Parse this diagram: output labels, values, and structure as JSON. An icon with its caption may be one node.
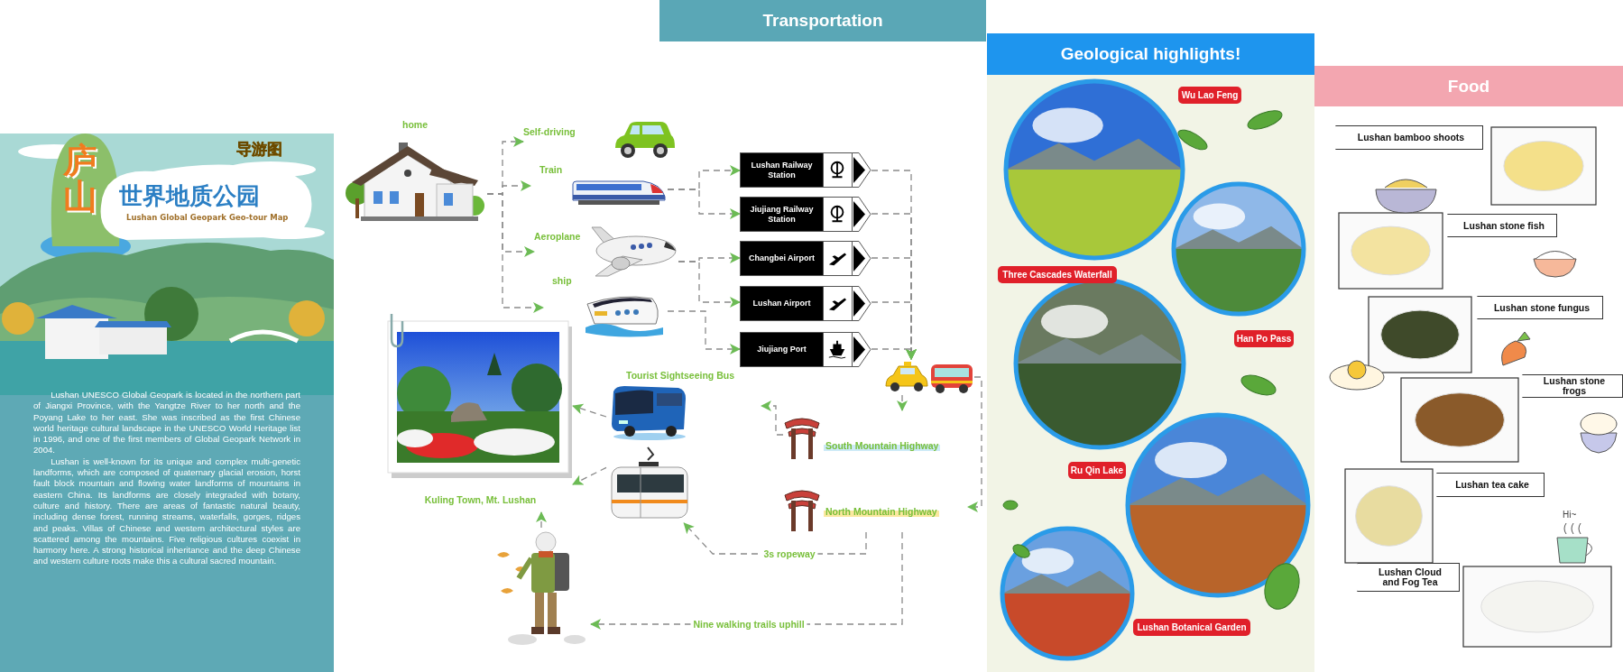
{
  "diagram": {
    "nodes": [
      {
        "text": [
          "庐山",
          "世界地质公园",
          "导游图",
          "Lushan Global Geopark Geo-tour Map",
          "Lushan UNESCO Global Geopark is located in the northern part of Jiangxi Province, with the Yangtze River to her north and the Poyang Lake to her east. She was inscribed as the first Chinese world heritage cultural landscape in the UNESCO World Heritage list in 1996, and one of the first members of Global Geopark Network in 2004.",
          "Lushan is well-known for its unique and complex multi-genetic landforms, which are composed of quaternary glacial erosion, horst fault block mountain and flowing water landforms of mountains in eastern China. Its landforms are closely integraded with botany, culture and history. There are areas of fantastic natural beauty, including dense forest, running streams, waterfalls, gorges, ridges and peaks. Villas of Chinese and western architectural styles are scattered among the mountains. Five religious cultures coexist in harmony here. A strong historical inheritance and the deep Chinese and western culture roots make this a cultural sacred mountain."
        ]
      },
      {
        "text": [
          "Transportation"
        ]
      },
      {
        "text": [
          "home"
        ]
      },
      {
        "text": [
          "Self-driving"
        ]
      },
      {
        "text": [
          "Train"
        ]
      },
      {
        "text": [
          "Aeroplane"
        ]
      },
      {
        "text": [
          "ship"
        ]
      },
      {
        "text": [
          "Lushan Railway Station"
        ]
      },
      {
        "text": [
          "Jiujiang Railway Station"
        ]
      },
      {
        "text": [
          "Changbei Airport"
        ]
      },
      {
        "text": [
          "Lushan Airport"
        ]
      },
      {
        "text": [
          "Jiujiang Port"
        ]
      },
      {
        "text": [],
        "shape": "picture"
      },
      {
        "text": [
          "South Mountain Highway"
        ]
      },
      {
        "text": [
          "North Mountain Highway"
        ]
      },
      {
        "text": [
          "Tourist Sightseeing Bus"
        ]
      },
      {
        "text": [],
        "shape": "picture"
      },
      {
        "text": [],
        "shape": "picture"
      },
      {
        "text": [
          "Kuling Town, Mt. Lushan"
        ]
      },
      {
        "text": [
          "Geological highlights!"
        ]
      },
      {
        "text": [
          "Wu Lao Feng"
        ]
      },
      {
        "text": [
          "Three Cascades Waterfall"
        ]
      },
      {
        "text": [
          "Han Po Pass"
        ]
      },
      {
        "text": [
          "Ru Qin Lake"
        ]
      },
      {
        "text": [
          "Lushan Botanical Garden"
        ]
      },
      {
        "text": [
          "Food"
        ]
      },
      {
        "text": [
          "Lushan bamboo shoots"
        ]
      },
      {
        "text": [
          "Lushan stone fish"
        ]
      },
      {
        "text": [
          "Lushan stone fungus"
        ]
      },
      {
        "text": [
          "Lushan stone frogs"
        ]
      },
      {
        "text": [
          "Lushan tea cake"
        ]
      },
      {
        "text": [
          "Lushan Cloud and Fog Tea"
        ]
      }
    ],
    "edges": [
      {
        "from": 2,
        "to": 3,
        "arrow": "to"
      },
      {
        "from": 2,
        "to": 4,
        "arrow": "to"
      },
      {
        "from": 2,
        "to": 5,
        "arrow": "to"
      },
      {
        "from": 2,
        "to": 6,
        "arrow": "to"
      },
      {
        "from": 4,
        "to": 7,
        "arrow": "to"
      },
      {
        "from": 4,
        "to": 8,
        "arrow": "to"
      },
      {
        "from": 5,
        "to": 9,
        "arrow": "to"
      },
      {
        "from": 5,
        "to": 10,
        "arrow": "to"
      },
      {
        "from": 6,
        "to": 11,
        "arrow": "to"
      },
      {
        "from": 7,
        "to": 12,
        "arrow": "to"
      },
      {
        "from": 8,
        "to": 12,
        "arrow": "to"
      },
      {
        "from": 9,
        "to": 12,
        "arrow": "to"
      },
      {
        "from": 10,
        "to": 12,
        "arrow": "to"
      },
      {
        "from": 11,
        "to": 12,
        "arrow": "to"
      },
      {
        "from": 12,
        "to": 13,
        "arrow": "to"
      },
      {
        "from": 12,
        "to": 14,
        "arrow": "to"
      },
      {
        "from": 13,
        "to": 15,
        "arrow": "to"
      },
      {
        "from": 14,
        "to": 16,
        "arrow": "to",
        "label": "3s ropeway"
      },
      {
        "from": 14,
        "to": 17,
        "arrow": "to",
        "label": "Nine walking trails uphill"
      },
      {
        "from": 15,
        "to": 18,
        "arrow": "to"
      },
      {
        "from": 16,
        "to": 18,
        "arrow": "to"
      },
      {
        "from": 17,
        "to": 18,
        "arrow": "to"
      }
    ],
    "labels": [
      "Hi~"
    ]
  }
}
